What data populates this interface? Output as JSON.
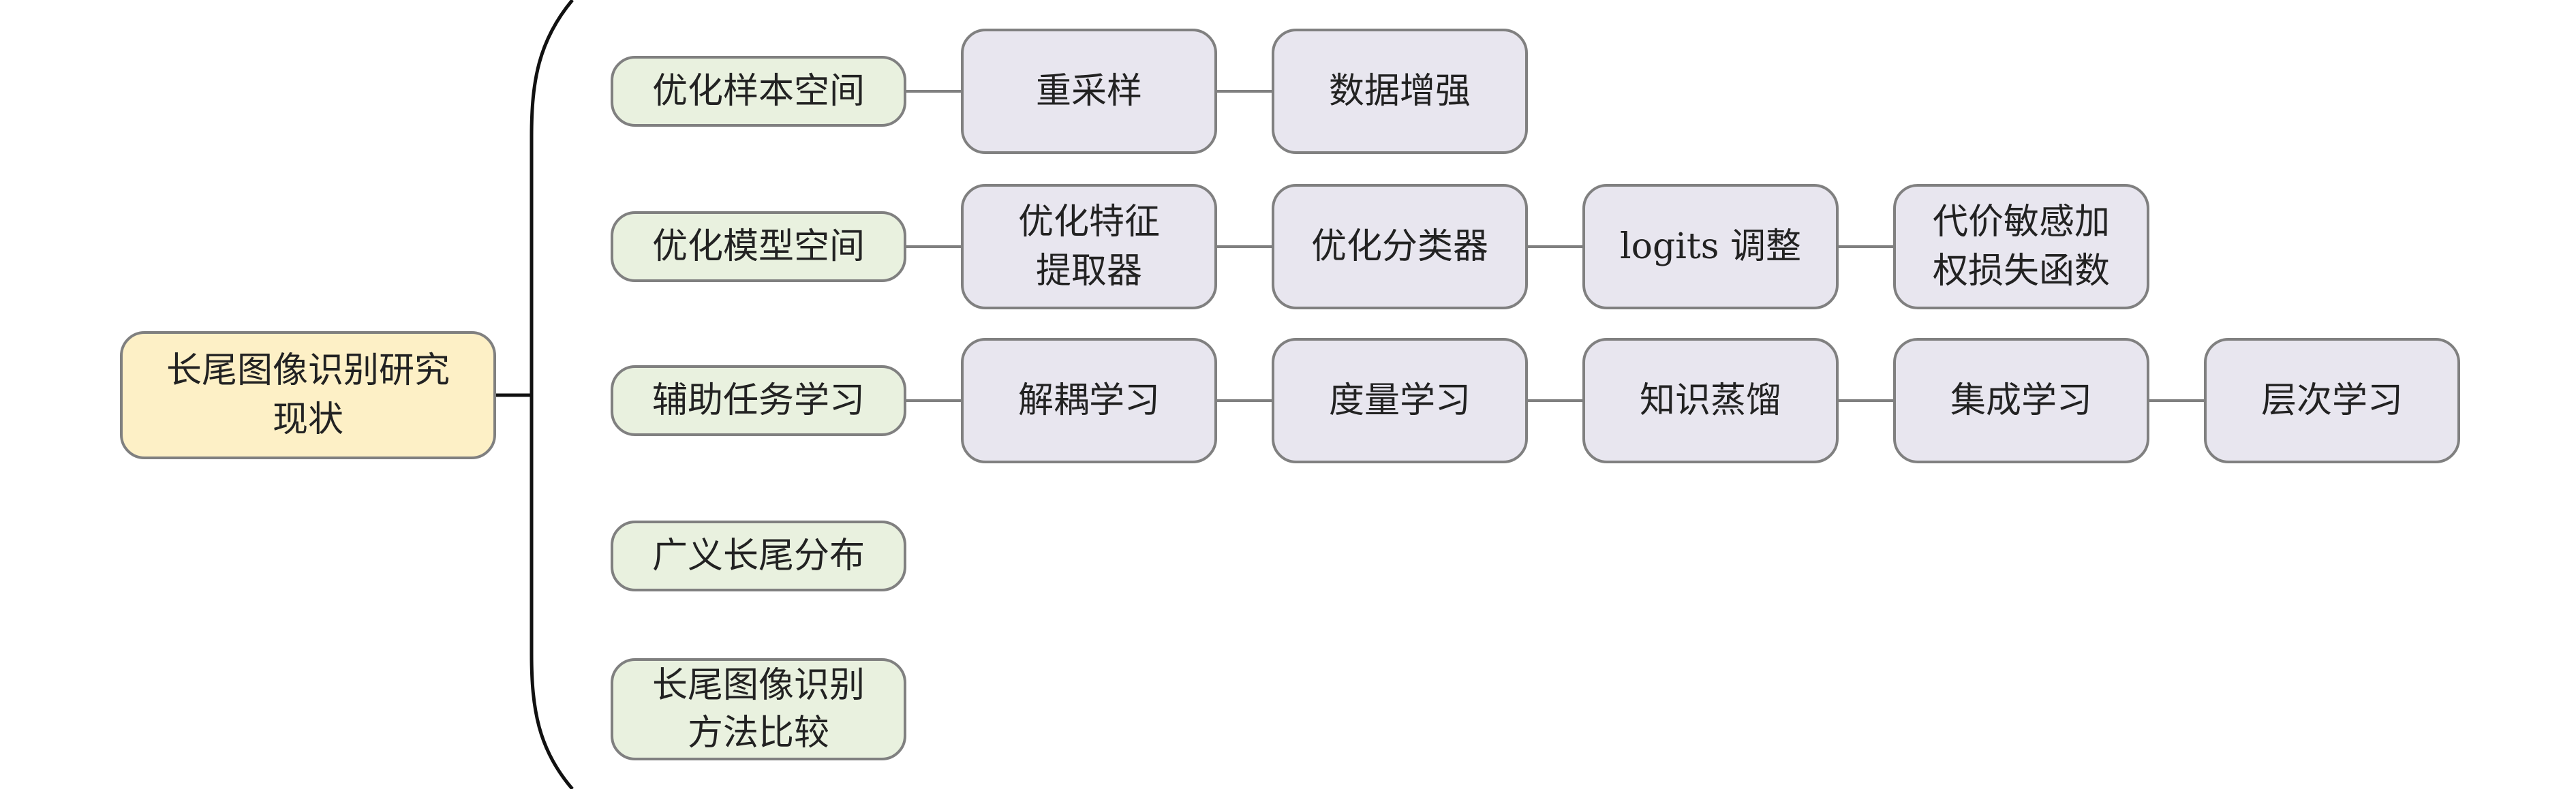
{
  "colors": {
    "root_fill": "#fdf0c6",
    "category_fill": "#e9f1df",
    "leaf_fill": "#e8e6ef",
    "border": "#808080",
    "line": "#808080",
    "brace": "#111111",
    "text": "#222222"
  },
  "root": {
    "line1": "长尾图像识别研究",
    "line2": "现状"
  },
  "categories": [
    {
      "label": "优化样本空间",
      "methods": [
        "重采样",
        "数据增强"
      ]
    },
    {
      "label": "优化模型空间",
      "methods": [
        "优化特征\n提取器",
        "优化分类器",
        "logits 调整",
        "代价敏感加\n权损失函数"
      ]
    },
    {
      "label": "辅助任务学习",
      "methods": [
        "解耦学习",
        "度量学习",
        "知识蒸馏",
        "集成学习",
        "层次学习"
      ]
    },
    {
      "label": "广义长尾分布",
      "methods": []
    },
    {
      "label": "长尾图像识别\n方法比较",
      "methods": []
    }
  ]
}
